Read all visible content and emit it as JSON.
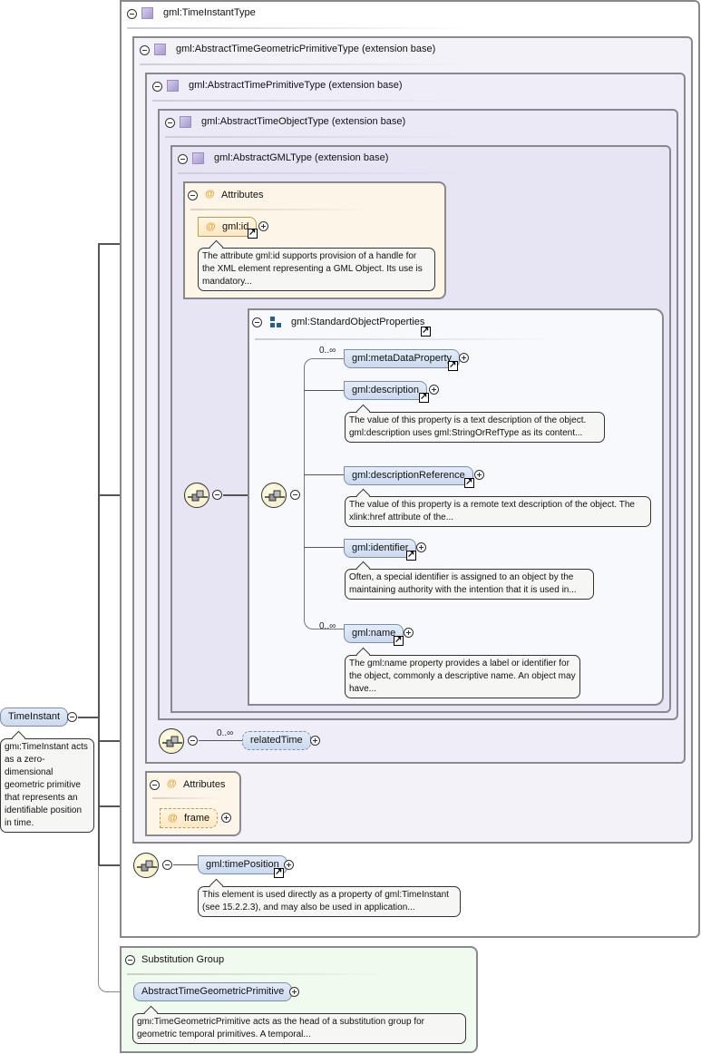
{
  "root": {
    "element": "TimeInstant",
    "note": "gml:TimeInstant acts as a zero-dimensional geometric primitive that represents an identifiable position in time."
  },
  "types": {
    "level0": "gml:TimeInstantType",
    "level1": "gml:AbstractTimeGeometricPrimitiveType (extension base)",
    "level2": "gml:AbstractTimePrimitiveType (extension base)",
    "level3": "gml:AbstractTimeObjectType (extension base)",
    "level4": "gml:AbstractGMLType (extension base)"
  },
  "attributes_inner": {
    "title": "Attributes",
    "items": [
      {
        "name": "gml:id",
        "note": "The attribute gml:id supports provision of a handle for the XML element representing a GML Object. Its use is mandatory..."
      }
    ]
  },
  "group": {
    "title": "gml:StandardObjectProperties",
    "elements": [
      {
        "name": "gml:metaDataProperty",
        "multiplicity": "0..∞",
        "note": ""
      },
      {
        "name": "gml:description",
        "multiplicity": "",
        "note": "The value of this property is a text description of the object. gml:description uses gml:StringOrRefType as its content..."
      },
      {
        "name": "gml:descriptionReference",
        "multiplicity": "",
        "note": "The value of this property is a remote text description of the object. The xlink:href attribute of the..."
      },
      {
        "name": "gml:identifier",
        "multiplicity": "",
        "note": "Often, a special identifier is assigned to an object by the maintaining authority with the intention that it is used in..."
      },
      {
        "name": "gml:name",
        "multiplicity": "0..∞",
        "note": "The gml:name property provides a label or identifier for the object, commonly a descriptive name. An object may have..."
      }
    ]
  },
  "related": {
    "name": "relatedTime",
    "multiplicity": "0..∞"
  },
  "attributes_outer": {
    "title": "Attributes",
    "items": [
      {
        "name": "frame"
      }
    ]
  },
  "time_position": {
    "name": "gml:timePosition",
    "note": "This element is used directly as a property of gml:TimeInstant (see 15.2.2.3), and may also be used in application..."
  },
  "substitution": {
    "title": "Substitution Group",
    "element": "AbstractTimeGeometricPrimitive",
    "note": "gml:TimeGeometricPrimitive acts as the head of a substitution group for geometric temporal primitives. A temporal..."
  }
}
